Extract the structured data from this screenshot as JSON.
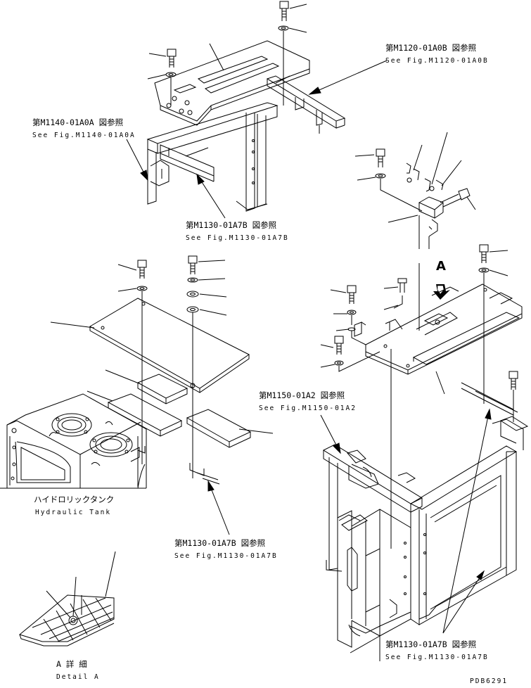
{
  "references": {
    "m1120_jp": "第M1120-01A0B 図参照",
    "m1120_en": "See Fig.M1120-01A0B",
    "m1140_jp": "第M1140-01A0A 図参照",
    "m1140_en": "See Fig.M1140-01A0A",
    "m1130_top_jp": "第M1130-01A7B 図参照",
    "m1130_top_en": "See Fig.M1130-01A7B",
    "m1150_jp": "第M1150-01A2 図参照",
    "m1150_en": "See Fig.M1150-01A2",
    "m1130_mid_jp": "第M1130-01A7B 図参照",
    "m1130_mid_en": "See Fig.M1130-01A7B",
    "m1130_bot_jp": "第M1130-01A7B 図参照",
    "m1130_bot_en": "See Fig.M1130-01A7B"
  },
  "labels": {
    "hydraulic_tank_jp": "ハイドロリックタンク",
    "hydraulic_tank_en": "Hydraulic Tank",
    "detail_a_jp": "A 詳 細",
    "detail_a_en": "Detail A",
    "view_arrow": "A",
    "drawing_number": "PDB6291"
  },
  "colors": {
    "line": "#000000",
    "background": "#ffffff"
  }
}
